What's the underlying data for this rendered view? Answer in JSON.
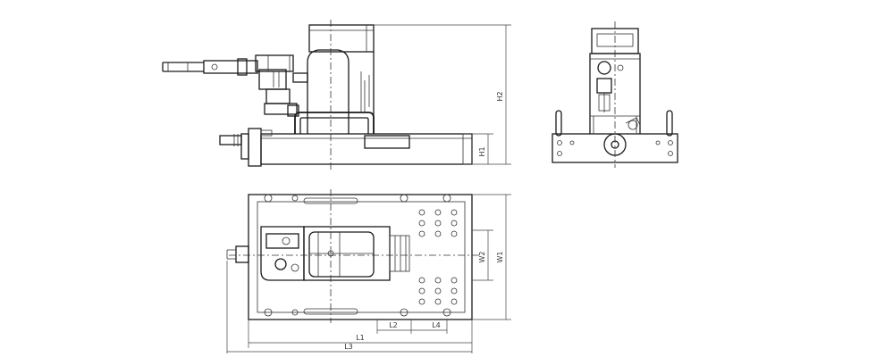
{
  "dimensions": {
    "h1": "H1",
    "h2": "H2",
    "w1": "W1",
    "w2": "W2",
    "l1": "L1",
    "l2": "L2",
    "l3": "L3",
    "l4": "L4"
  },
  "colors": {
    "line": "#1a1a1a",
    "background": "#ffffff"
  }
}
